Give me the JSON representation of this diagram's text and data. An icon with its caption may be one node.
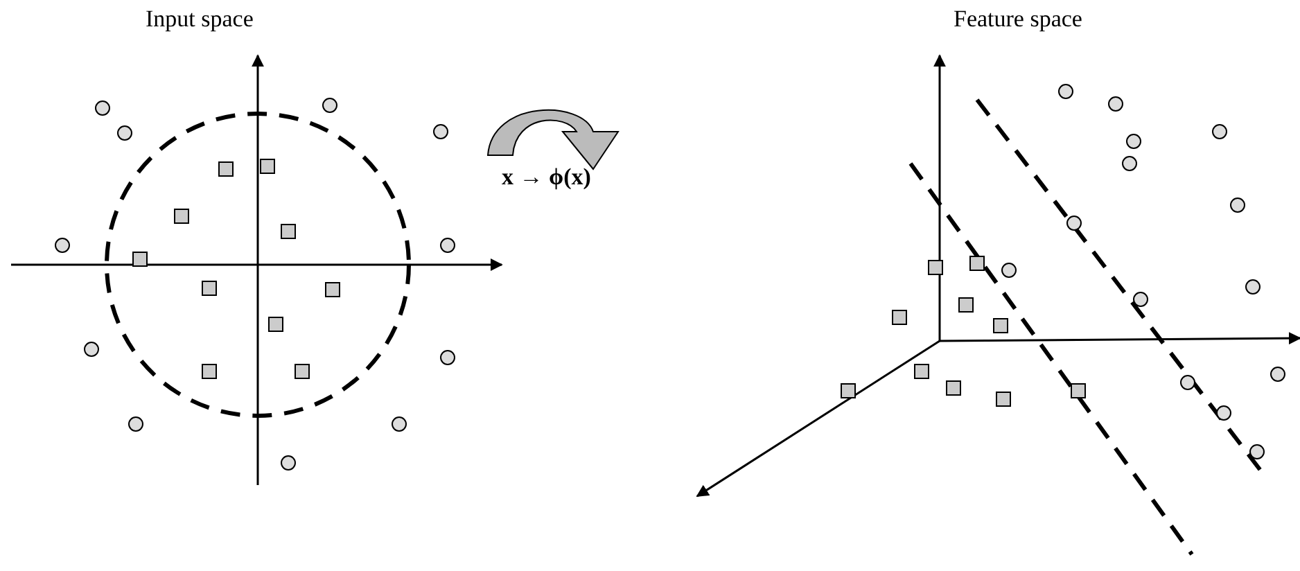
{
  "diagram": {
    "labels": [
      "Input space",
      "Feature space",
      "x → ϕ(x)"
    ]
  }
}
